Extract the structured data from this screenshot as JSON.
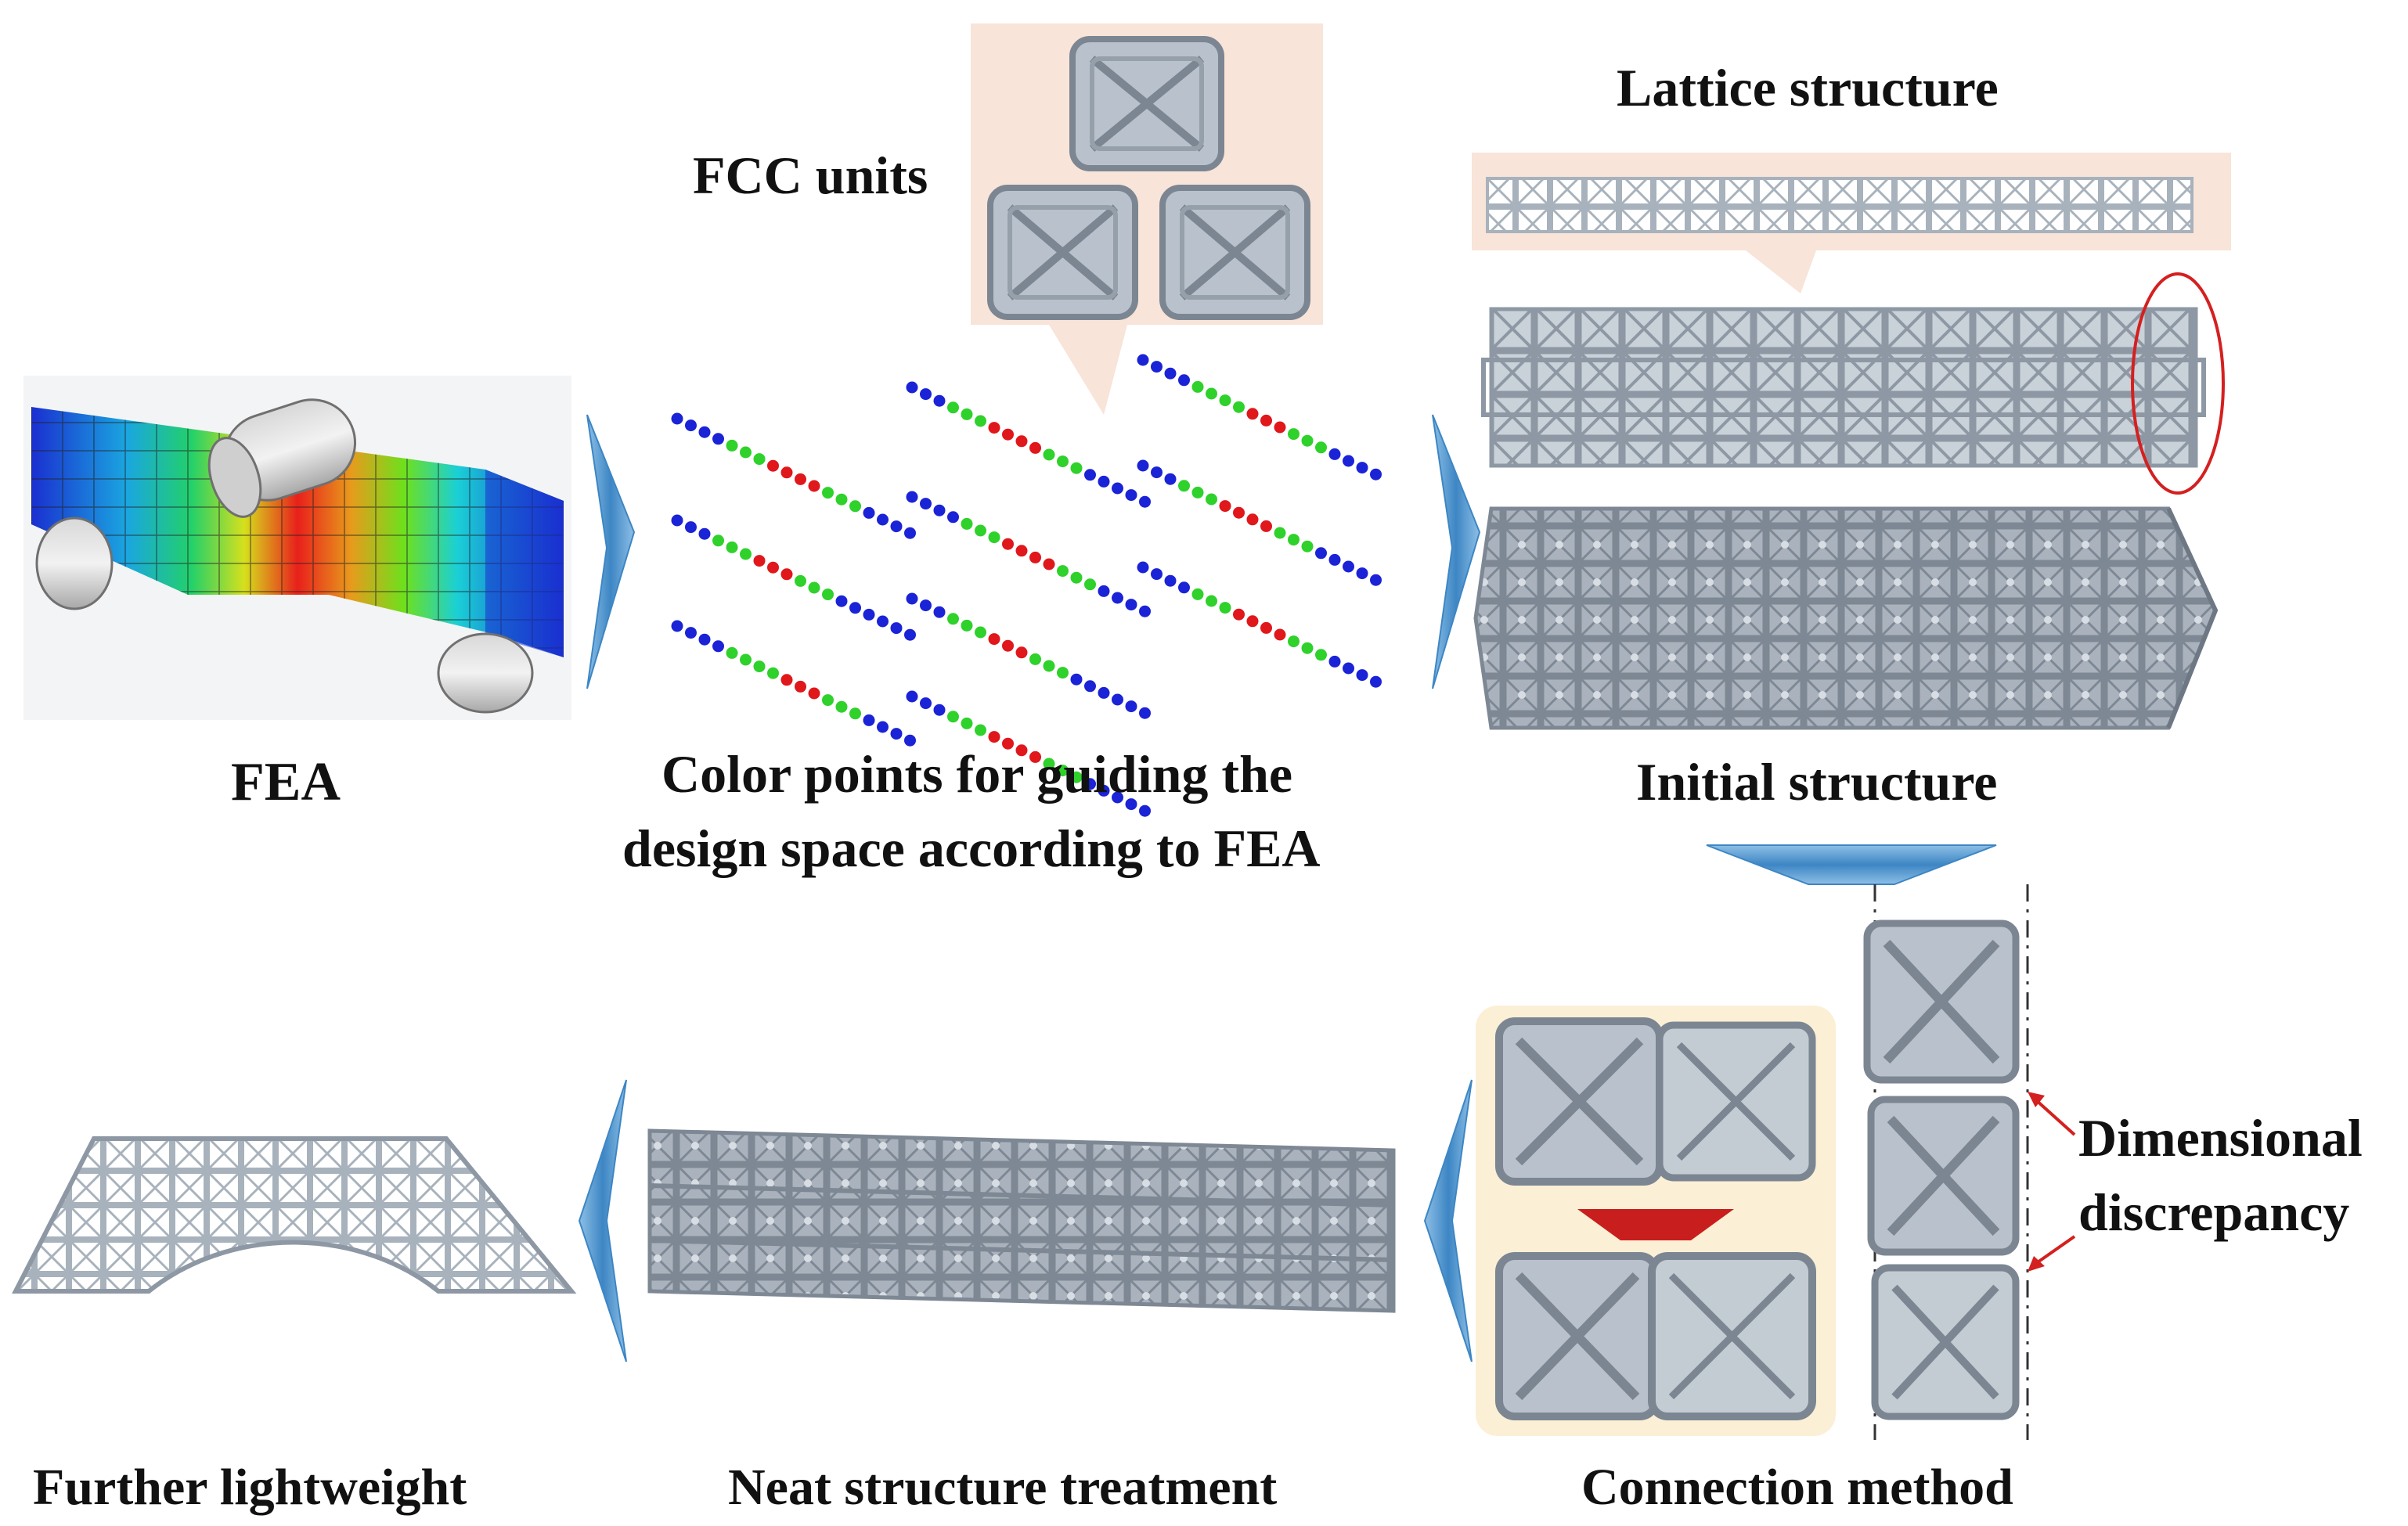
{
  "labels": {
    "fcc_units": "FCC units",
    "lattice_structure": "Lattice structure",
    "fea": "FEA",
    "color_points_line1": "Color points for guiding the",
    "color_points_line2": "design space according to FEA",
    "initial_structure": "Initial structure",
    "dimensional_line1": "Dimensional",
    "dimensional_line2": "discrepancy",
    "further_lightweight": "Further lightweight",
    "neat_structure": "Neat structure treatment",
    "connection_method": "Connection method"
  },
  "colors": {
    "point_blue": "#1a23d6",
    "point_green": "#2fd12b",
    "point_red": "#e0171b",
    "arrow_blue": "#4d92c9",
    "lattice_gray": "#9aa6b2",
    "callout_bg": "#f8e4d8",
    "connection_bg": "#fbefd5",
    "highlight_red": "#d42020"
  },
  "point_sequences": [
    [
      "b",
      "b",
      "b",
      "b",
      "g",
      "g",
      "g",
      "r",
      "r",
      "r",
      "r",
      "g",
      "g",
      "g",
      "b",
      "b",
      "b",
      "b"
    ],
    [
      "b",
      "b",
      "b",
      "g",
      "g",
      "g",
      "r",
      "r",
      "r",
      "r",
      "g",
      "g",
      "g",
      "b",
      "b",
      "b",
      "b",
      "b"
    ],
    [
      "b",
      "b",
      "b",
      "b",
      "g",
      "g",
      "g",
      "g",
      "r",
      "r",
      "r",
      "g",
      "g",
      "g",
      "b",
      "b",
      "b",
      "b"
    ],
    [
      "b",
      "b",
      "b",
      "g",
      "g",
      "g",
      "r",
      "r",
      "r",
      "g",
      "g",
      "g",
      "b",
      "b",
      "b",
      "b",
      "b",
      "b"
    ]
  ]
}
